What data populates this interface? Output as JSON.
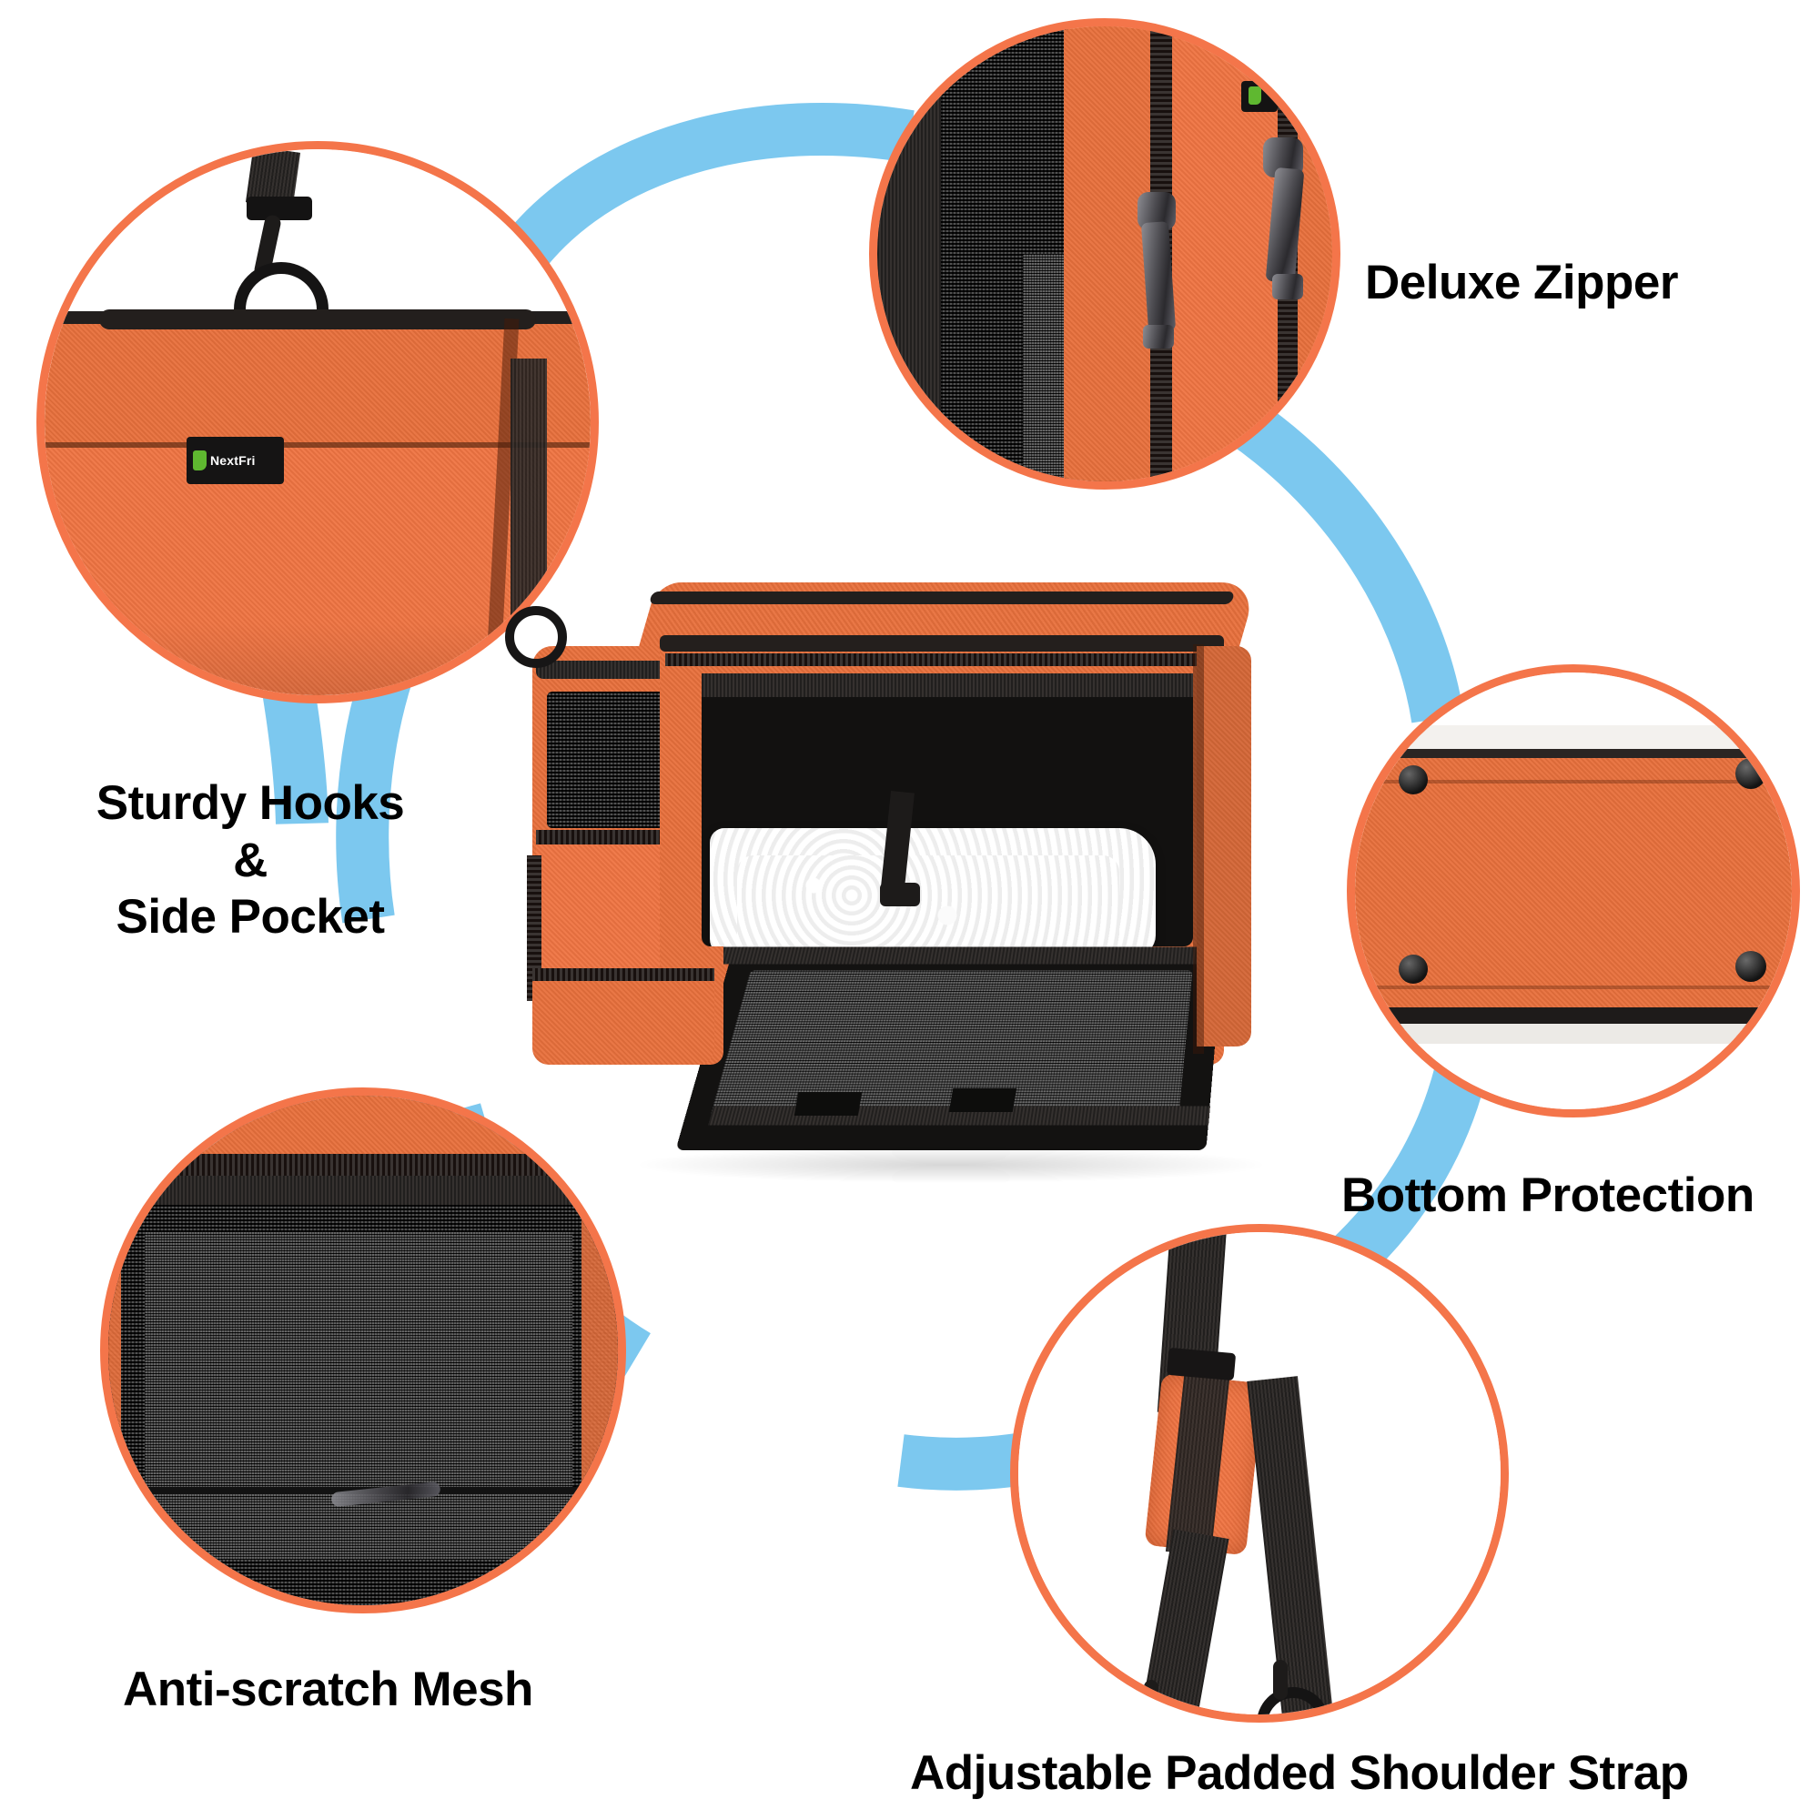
{
  "page": {
    "type": "product-feature-infographic",
    "product": "expandable soft-sided pet carrier",
    "background_color": "#ffffff",
    "accent_circle_color": "#f4754a",
    "connector_ring_color": "#7cc8ef",
    "text_color": "#000000",
    "fabric_color": "#e8703c",
    "trim_color": "#1d1b1a"
  },
  "brand": {
    "logo_text": "NextFri",
    "logo_patch_color": "#1a1a1a",
    "logo_mark_color": "#5fb830"
  },
  "callouts": [
    {
      "id": "sturdy-hooks",
      "label": "Sturdy Hooks\n&\nSide Pocket",
      "label_lines": [
        "Sturdy Hooks",
        "&",
        "Side Pocket"
      ],
      "photo_description": "orange carrier end panel with black webbing strap, metal snap hook and front zip side pocket bearing the NextFri logo patch",
      "position": "top-left"
    },
    {
      "id": "deluxe-zipper",
      "label": "Deluxe Zipper",
      "label_lines": [
        "Deluxe Zipper"
      ],
      "photo_description": "close-up of two gunmetal zipper pulls on orange fabric beside black mesh panel",
      "position": "top-right"
    },
    {
      "id": "bottom-protection",
      "label": "Bottom Protection",
      "label_lines": [
        "Bottom Protection"
      ],
      "photo_description": "underside of the carrier showing reinforced orange base with four black protective rivet feet",
      "position": "right"
    },
    {
      "id": "anti-scratch-mesh",
      "label": "Anti-scratch Mesh",
      "label_lines": [
        "Anti-scratch Mesh"
      ],
      "photo_description": "close-up of dense black anti-scratch mesh window panel framed by orange fabric and zipper",
      "position": "bottom-left"
    },
    {
      "id": "adjustable-padded-shoulder-strap",
      "label": "Adjustable Padded Shoulder Strap",
      "label_lines": [
        "Adjustable Padded Shoulder Strap"
      ],
      "photo_description": "black webbing shoulder strap with orange padded sleeve and metal snap hooks",
      "position": "bottom-right"
    }
  ],
  "center_product": {
    "description": "orange soft-sided pet carrier, front flap door opened downward, white fleece pad inside, mesh panels and side pocket visible",
    "fleece_color": "#fafafa"
  }
}
